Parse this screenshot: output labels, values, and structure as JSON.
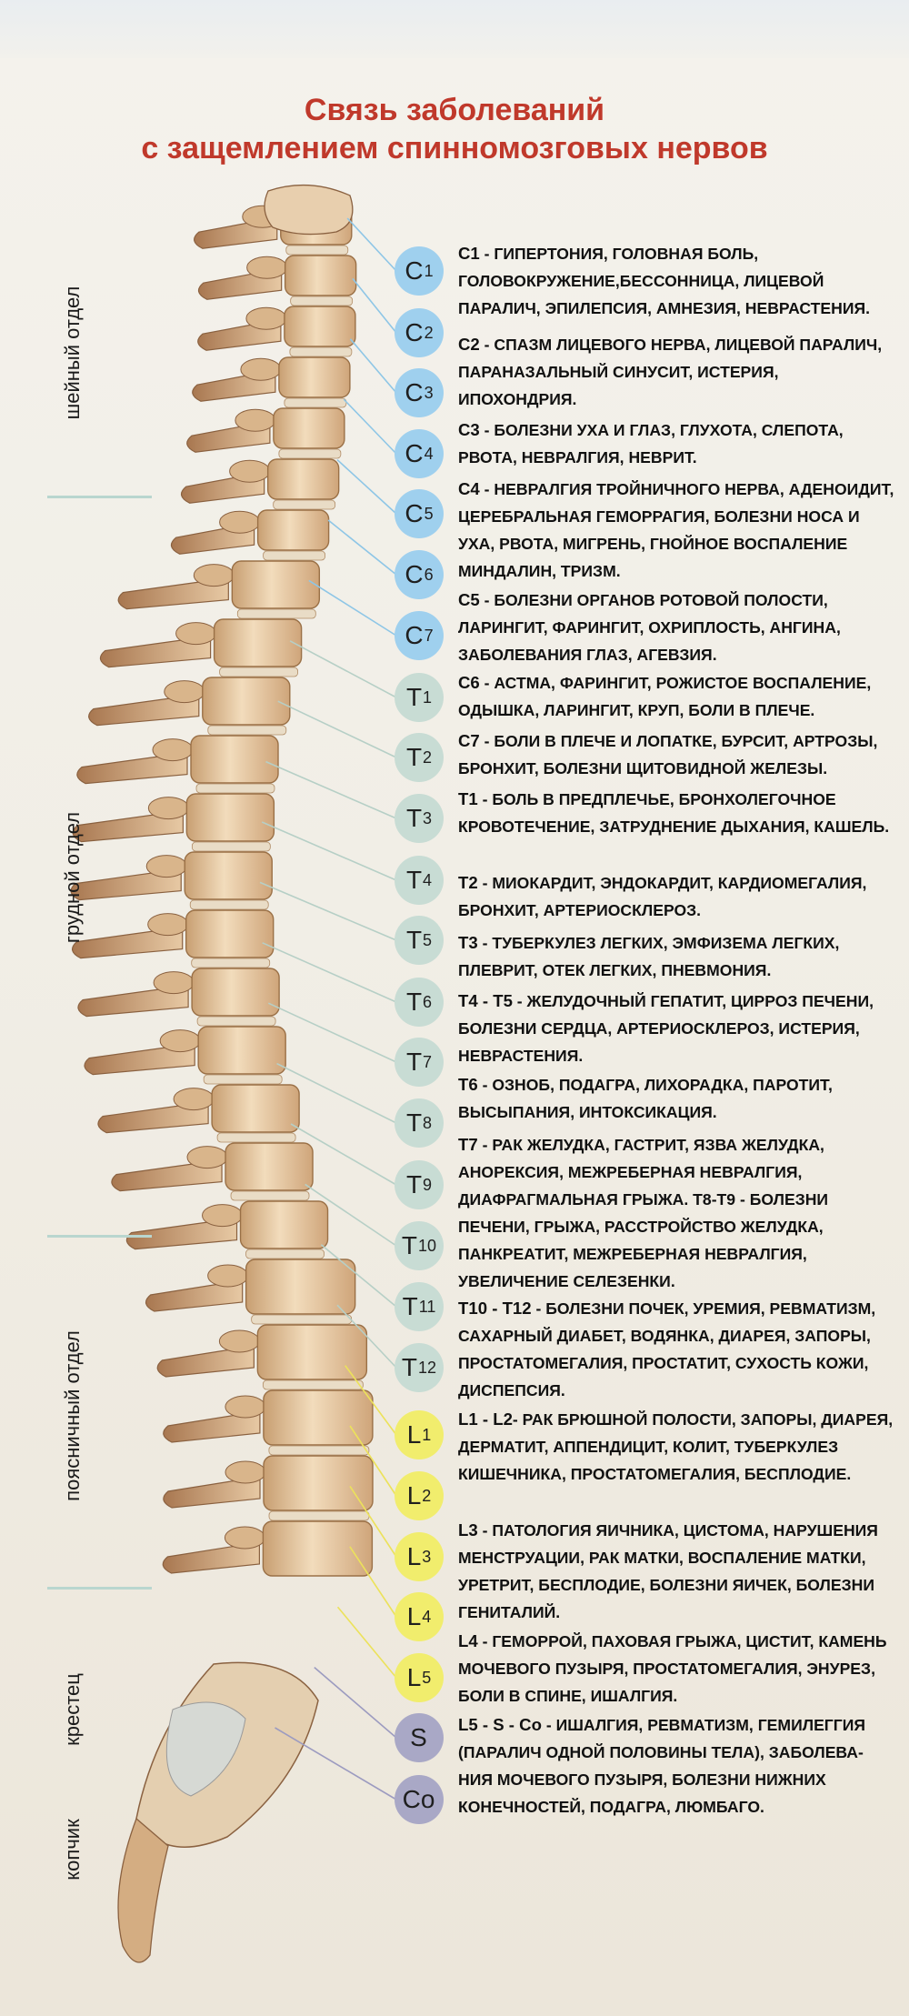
{
  "title": {
    "line1": "Связь заболеваний",
    "line2": "с защемлением спинномозговых нервов"
  },
  "colors": {
    "title": "#c0392b",
    "cervical": "#9fd0ee",
    "thoracic": "#c8dcd4",
    "lumbar": "#f1ed6d",
    "sacral": "#a9a8c6"
  },
  "regions": [
    {
      "label": "шейный отдел"
    },
    {
      "label": "грудной отдел"
    },
    {
      "label": "поясничный отдел"
    },
    {
      "label": "крестец"
    },
    {
      "label": "копчик"
    }
  ],
  "vertebrae": [
    {
      "letter": "C",
      "num": "1",
      "group": "cervical"
    },
    {
      "letter": "C",
      "num": "2",
      "group": "cervical"
    },
    {
      "letter": "C",
      "num": "3",
      "group": "cervical"
    },
    {
      "letter": "C",
      "num": "4",
      "group": "cervical"
    },
    {
      "letter": "C",
      "num": "5",
      "group": "cervical"
    },
    {
      "letter": "C",
      "num": "6",
      "group": "cervical"
    },
    {
      "letter": "C",
      "num": "7",
      "group": "cervical"
    },
    {
      "letter": "T",
      "num": "1",
      "group": "thoracic"
    },
    {
      "letter": "T",
      "num": "2",
      "group": "thoracic"
    },
    {
      "letter": "T",
      "num": "3",
      "group": "thoracic"
    },
    {
      "letter": "T",
      "num": "4",
      "group": "thoracic"
    },
    {
      "letter": "T",
      "num": "5",
      "group": "thoracic"
    },
    {
      "letter": "T",
      "num": "6",
      "group": "thoracic"
    },
    {
      "letter": "T",
      "num": "7",
      "group": "thoracic"
    },
    {
      "letter": "T",
      "num": "8",
      "group": "thoracic"
    },
    {
      "letter": "T",
      "num": "9",
      "group": "thoracic"
    },
    {
      "letter": "T",
      "num": "10",
      "group": "thoracic"
    },
    {
      "letter": "T",
      "num": "11",
      "group": "thoracic"
    },
    {
      "letter": "T",
      "num": "12",
      "group": "thoracic"
    },
    {
      "letter": "L",
      "num": "1",
      "group": "lumbar"
    },
    {
      "letter": "L",
      "num": "2",
      "group": "lumbar"
    },
    {
      "letter": "L",
      "num": "3",
      "group": "lumbar"
    },
    {
      "letter": "L",
      "num": "4",
      "group": "lumbar"
    },
    {
      "letter": "L",
      "num": "5",
      "group": "lumbar"
    },
    {
      "letter": "S",
      "num": "",
      "group": "sacral"
    },
    {
      "letter": "Co",
      "num": "",
      "group": "sacral"
    }
  ],
  "descriptions": [
    {
      "code": "C1",
      "text": " - ГИПЕРТОНИЯ, ГОЛОВНАЯ БОЛЬ, ГОЛОВОКРУЖЕНИЕ,БЕССОННИЦА, ЛИЦЕВОЙ ПАРАЛИЧ, ЭПИЛЕПСИЯ, АМНЕЗИЯ, НЕВРАСТЕНИЯ."
    },
    {
      "code": "C2",
      "text": " - СПАЗМ ЛИЦЕВОГО НЕРВА, ЛИЦЕВОЙ ПАРАЛИЧ, ПАРАНАЗАЛЬНЫЙ СИНУСИТ, ИСТЕРИЯ, ИПОХОНДРИЯ."
    },
    {
      "code": "C3",
      "text": " - БОЛЕЗНИ УХА И ГЛАЗ, ГЛУХОТА, СЛЕПОТА, РВОТА, НЕВРАЛГИЯ, НЕВРИТ."
    },
    {
      "code": "C4",
      "text": " - НЕВРАЛГИЯ ТРОЙНИЧНОГО НЕРВА, АДЕНОИДИТ, ЦЕРЕБРАЛЬНАЯ ГЕМОРРАГИЯ, БОЛЕЗНИ НОСА И УХА, РВОТА, МИГРЕНЬ, ГНОЙНОЕ ВОСПАЛЕНИЕ МИНДАЛИН, ТРИЗМ."
    },
    {
      "code": "C5",
      "text": " - БОЛЕЗНИ ОРГАНОВ РОТОВОЙ ПОЛОСТИ, ЛАРИНГИТ, ФАРИНГИТ, ОХРИПЛОСТЬ, АНГИНА, ЗАБОЛЕВАНИЯ ГЛАЗ, АГЕВЗИЯ."
    },
    {
      "code": "C6",
      "text": " - АСТМА, ФАРИНГИТ, РОЖИСТОЕ ВОСПАЛЕНИЕ, ОДЫШКА, ЛАРИНГИТ, КРУП, БОЛИ В ПЛЕЧЕ."
    },
    {
      "code": "C7",
      "text": " - БОЛИ В ПЛЕЧЕ И ЛОПАТКЕ, БУРСИТ, АРТРОЗЫ, БРОНХИТ, БОЛЕЗНИ ЩИТОВИДНОЙ ЖЕЛЕЗЫ."
    },
    {
      "code": "T1",
      "text": " - БОЛЬ В ПРЕДПЛЕЧЬЕ, БРОНХОЛЕГОЧНОЕ КРОВОТЕЧЕНИЕ, ЗАТРУДНЕНИЕ ДЫХАНИЯ, КАШЕЛЬ."
    },
    {
      "code": "T2",
      "text": " - МИОКАРДИТ, ЭНДОКАРДИТ, КАРДИОМЕГАЛИЯ, БРОНХИТ, АРТЕРИОСКЛЕРОЗ."
    },
    {
      "code": "T3",
      "text": " - ТУБЕРКУЛЕЗ ЛЕГКИХ, ЭМФИЗЕМА ЛЕГКИХ, ПЛЕВРИТ, ОТЕК ЛЕГКИХ, ПНЕВМОНИЯ."
    },
    {
      "code": "T4 - T5",
      "text": " - ЖЕЛУДОЧНЫЙ ГЕПАТИТ, ЦИРРОЗ ПЕЧЕНИ, БОЛЕЗНИ СЕРДЦА, АРТЕРИОСКЛЕРОЗ, ИСТЕРИЯ, НЕВРАСТЕНИЯ."
    },
    {
      "code": "T6",
      "text": " - ОЗНОБ, ПОДАГРА, ЛИХОРАДКА, ПАРОТИТ, ВЫСЫПАНИЯ, ИНТОКСИКАЦИЯ."
    },
    {
      "code": "T7",
      "text": " - РАК ЖЕЛУДКА, ГАСТРИТ, ЯЗВА ЖЕЛУДКА, АНОРЕКСИЯ, МЕЖРЕБЕРНАЯ НЕВРАЛГИЯ, ДИАФРАГМАЛЬНАЯ ГРЫЖА. Т8-Т9 - БОЛЕЗНИ ПЕЧЕНИ, ГРЫЖА, РАССТРОЙСТВО ЖЕЛУДКА, ПАНКРЕАТИТ, МЕЖРЕБЕРНАЯ НЕВРАЛГИЯ, УВЕЛИЧЕНИЕ СЕЛЕЗЕНКИ."
    },
    {
      "code": "T10 - T12",
      "text": " - БОЛЕЗНИ ПОЧЕК, УРЕМИЯ, РЕВМАТИЗМ, САХАРНЫЙ ДИАБЕТ, ВОДЯНКА, ДИАРЕЯ, ЗАПОРЫ, ПРОСТАТОМЕГАЛИЯ, ПРОСТАТИТ, СУХОСТЬ КОЖИ, ДИСПЕПСИЯ."
    },
    {
      "code": "L1 - L2",
      "text": "- РАК БРЮШНОЙ ПОЛОСТИ, ЗАПОРЫ, ДИАРЕЯ, ДЕРМАТИТ, АППЕНДИЦИТ, КОЛИТ, ТУБЕРКУЛЕЗ КИШЕЧНИКА, ПРОСТАТОМЕГАЛИЯ, БЕСПЛОДИЕ."
    },
    {
      "code": "L3",
      "text": " - ПАТОЛОГИЯ ЯИЧНИКА, ЦИСТОМА, НАРУШЕНИЯ МЕНСТРУАЦИИ, РАК МАТКИ, ВОСПАЛЕНИЕ МАТКИ, УРЕТРИТ, БЕСПЛОДИЕ, БОЛЕЗНИ ЯИЧЕК, БОЛЕЗНИ ГЕНИТАЛИЙ."
    },
    {
      "code": "L4",
      "text": " - ГЕМОРРОЙ, ПАХОВАЯ ГРЫЖА, ЦИСТИТ, КАМЕНЬ МОЧЕВОГО ПУЗЫРЯ, ПРОСТАТОМЕГАЛИЯ, ЭНУРЕЗ, БОЛИ В СПИНЕ, ИШАЛГИЯ."
    },
    {
      "code": "L5 - S - Co",
      "text": " - ИШАЛГИЯ, РЕВМАТИЗМ, ГЕМИЛЕГГИЯ (ПАРАЛИЧ ОДНОЙ ПОЛОВИНЫ ТЕЛА), ЗАБОЛЕВА-НИЯ МОЧЕВОГО ПУЗЫРЯ, БОЛЕЗНИ НИЖНИХ КОНЕЧНОСТЕЙ, ПОДАГРА, ЛЮМБАГО."
    }
  ]
}
